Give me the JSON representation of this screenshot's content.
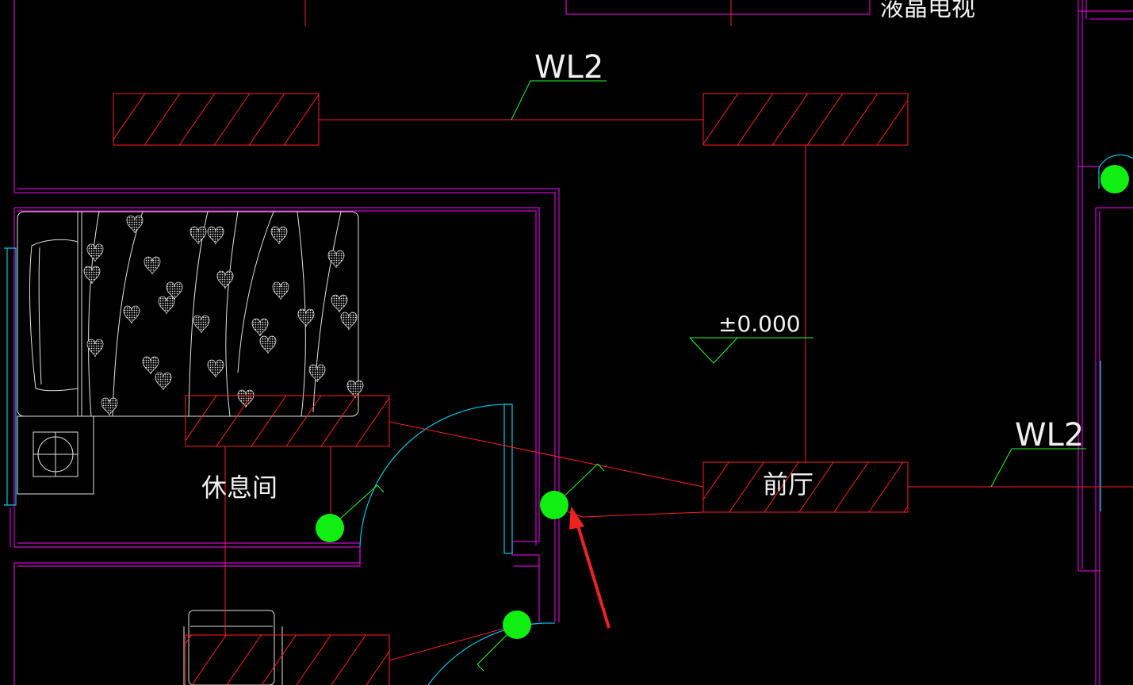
{
  "labels": {
    "tv": "液晶电视",
    "circuit_top": "WL2",
    "circuit_right": "WL2",
    "elevation": "±0.000",
    "room_rest": "休息间",
    "fixture_label": "前厅"
  },
  "colors": {
    "background": "#000000",
    "wall": "#d000d0",
    "wire": "#ff2020",
    "leader": "#20ff20",
    "door": "#00c8e6",
    "furniture": "#e0e0e0",
    "text": "#f0f0f0",
    "switch": "#11ee11",
    "arrow": "#ee2222"
  }
}
